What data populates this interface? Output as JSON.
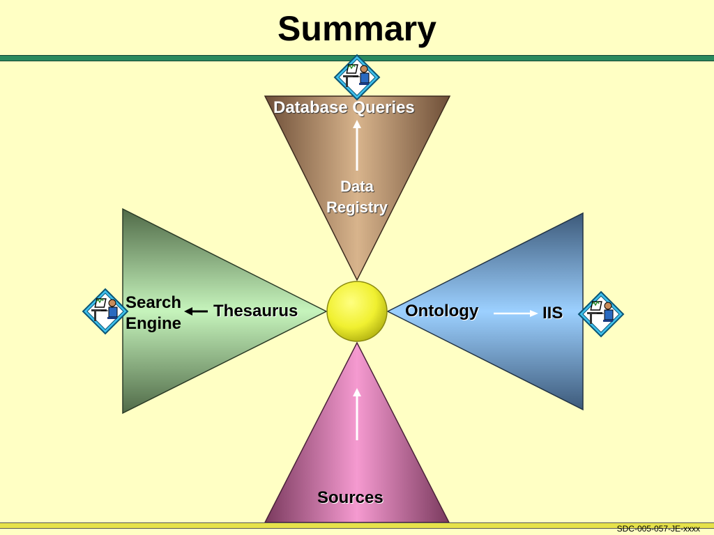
{
  "title": "Summary",
  "footer_code": "SDC-005-057-JE-xxxx",
  "nodes": {
    "top_triangle_label": "Database Queries",
    "registry_line1": "Data",
    "registry_line2": "Registry",
    "left_label": "Thesaurus",
    "left_outer_line1": "Search",
    "left_outer_line2": "Engine",
    "right_label": "Ontology",
    "right_outer": "IIS",
    "bottom_label": "Sources"
  },
  "colors": {
    "background": "#ffffc4",
    "top_triangle": "#b08a66",
    "left_triangle": "#a8d8a0",
    "right_triangle": "#8ab8e8",
    "bottom_triangle": "#e890c0",
    "center_circle": "#f2f23a",
    "top_rule": "#2a8a5e",
    "bottom_rule": "#e6e24a"
  },
  "icons": [
    "computer-user-icon",
    "computer-user-icon",
    "computer-user-icon"
  ]
}
